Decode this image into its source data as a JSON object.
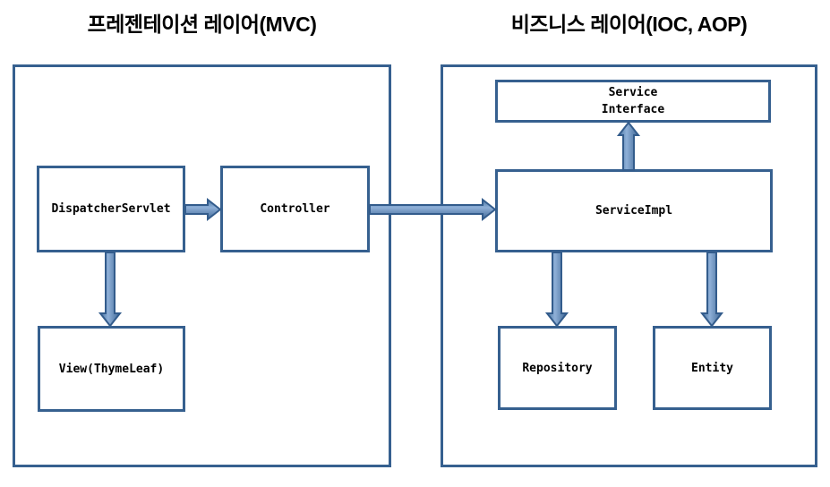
{
  "diagram": {
    "left_section": {
      "title": "프레젠테이션 레이어(MVC)",
      "boxes": {
        "dispatcher_servlet": {
          "label": "DispatcherServlet"
        },
        "controller": {
          "label": "Controller"
        },
        "view": {
          "label": "View(ThymeLeaf)"
        }
      }
    },
    "right_section": {
      "title": "비즈니스 레이어(IOC, AOP)",
      "boxes": {
        "service_interface": {
          "label": "Service\nInterface"
        },
        "service_impl": {
          "label": "ServiceImpl"
        },
        "repository": {
          "label": "Repository"
        },
        "entity": {
          "label": "Entity"
        }
      }
    },
    "arrows": [
      {
        "from": "DispatcherServlet",
        "to": "Controller",
        "direction": "right"
      },
      {
        "from": "Controller",
        "to": "ServiceImpl",
        "direction": "right"
      },
      {
        "from": "DispatcherServlet",
        "to": "View(ThymeLeaf)",
        "direction": "down"
      },
      {
        "from": "ServiceImpl",
        "to": "Service Interface",
        "direction": "up"
      },
      {
        "from": "ServiceImpl",
        "to": "Repository",
        "direction": "down"
      },
      {
        "from": "ServiceImpl",
        "to": "Entity",
        "direction": "down"
      }
    ],
    "colors": {
      "box_border": "#36608f",
      "arrow_fill": "#4f81bd",
      "arrow_stroke": "#335c8c",
      "text": "#000000",
      "background": "#ffffff"
    }
  }
}
